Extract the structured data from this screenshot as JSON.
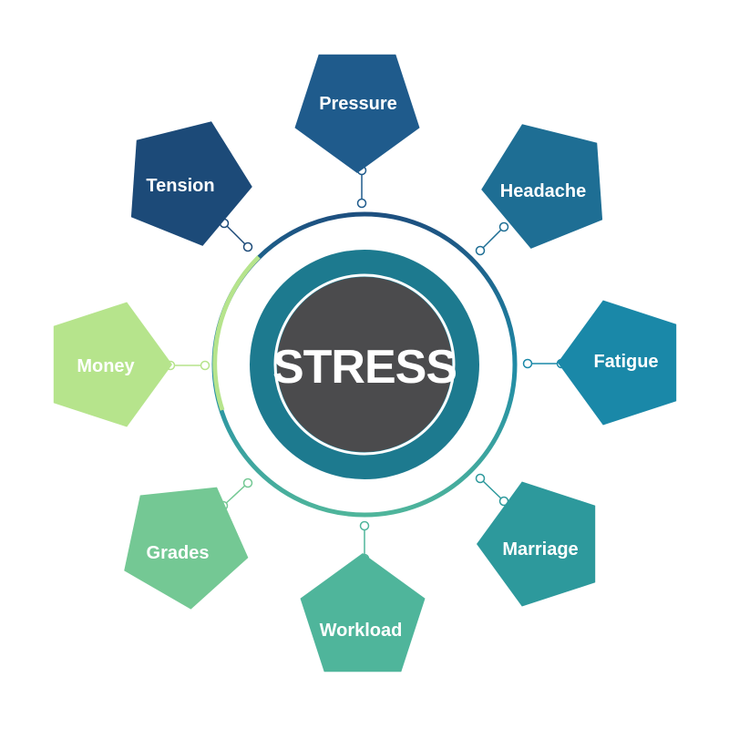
{
  "center": {
    "label": "STRESS",
    "inner_color": "#4b4b4d",
    "ring_color": "#1d7a8f"
  },
  "nodes": [
    {
      "id": "pressure",
      "label": "Pressure",
      "color": "#1f5b8c"
    },
    {
      "id": "headache",
      "label": "Headache",
      "color": "#1e6e94"
    },
    {
      "id": "fatigue",
      "label": "Fatigue",
      "color": "#1a88a8"
    },
    {
      "id": "marriage",
      "label": "Marriage",
      "color": "#2d999c"
    },
    {
      "id": "workload",
      "label": "Workload",
      "color": "#4fb59b"
    },
    {
      "id": "grades",
      "label": "Grades",
      "color": "#74c894"
    },
    {
      "id": "money",
      "label": "Money",
      "color": "#b6e48c"
    },
    {
      "id": "tension",
      "label": "Tension",
      "color": "#1c4a78"
    }
  ]
}
